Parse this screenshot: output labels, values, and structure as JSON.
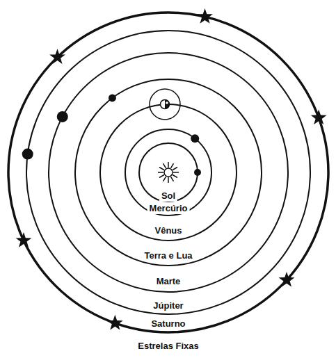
{
  "diagram": {
    "labels": [
      "Sol",
      "Mercúrio",
      "Vênus",
      "Terra e Lua",
      "Marte",
      "Júpiter",
      "Saturno",
      "Estrelas Fixas"
    ]
  }
}
